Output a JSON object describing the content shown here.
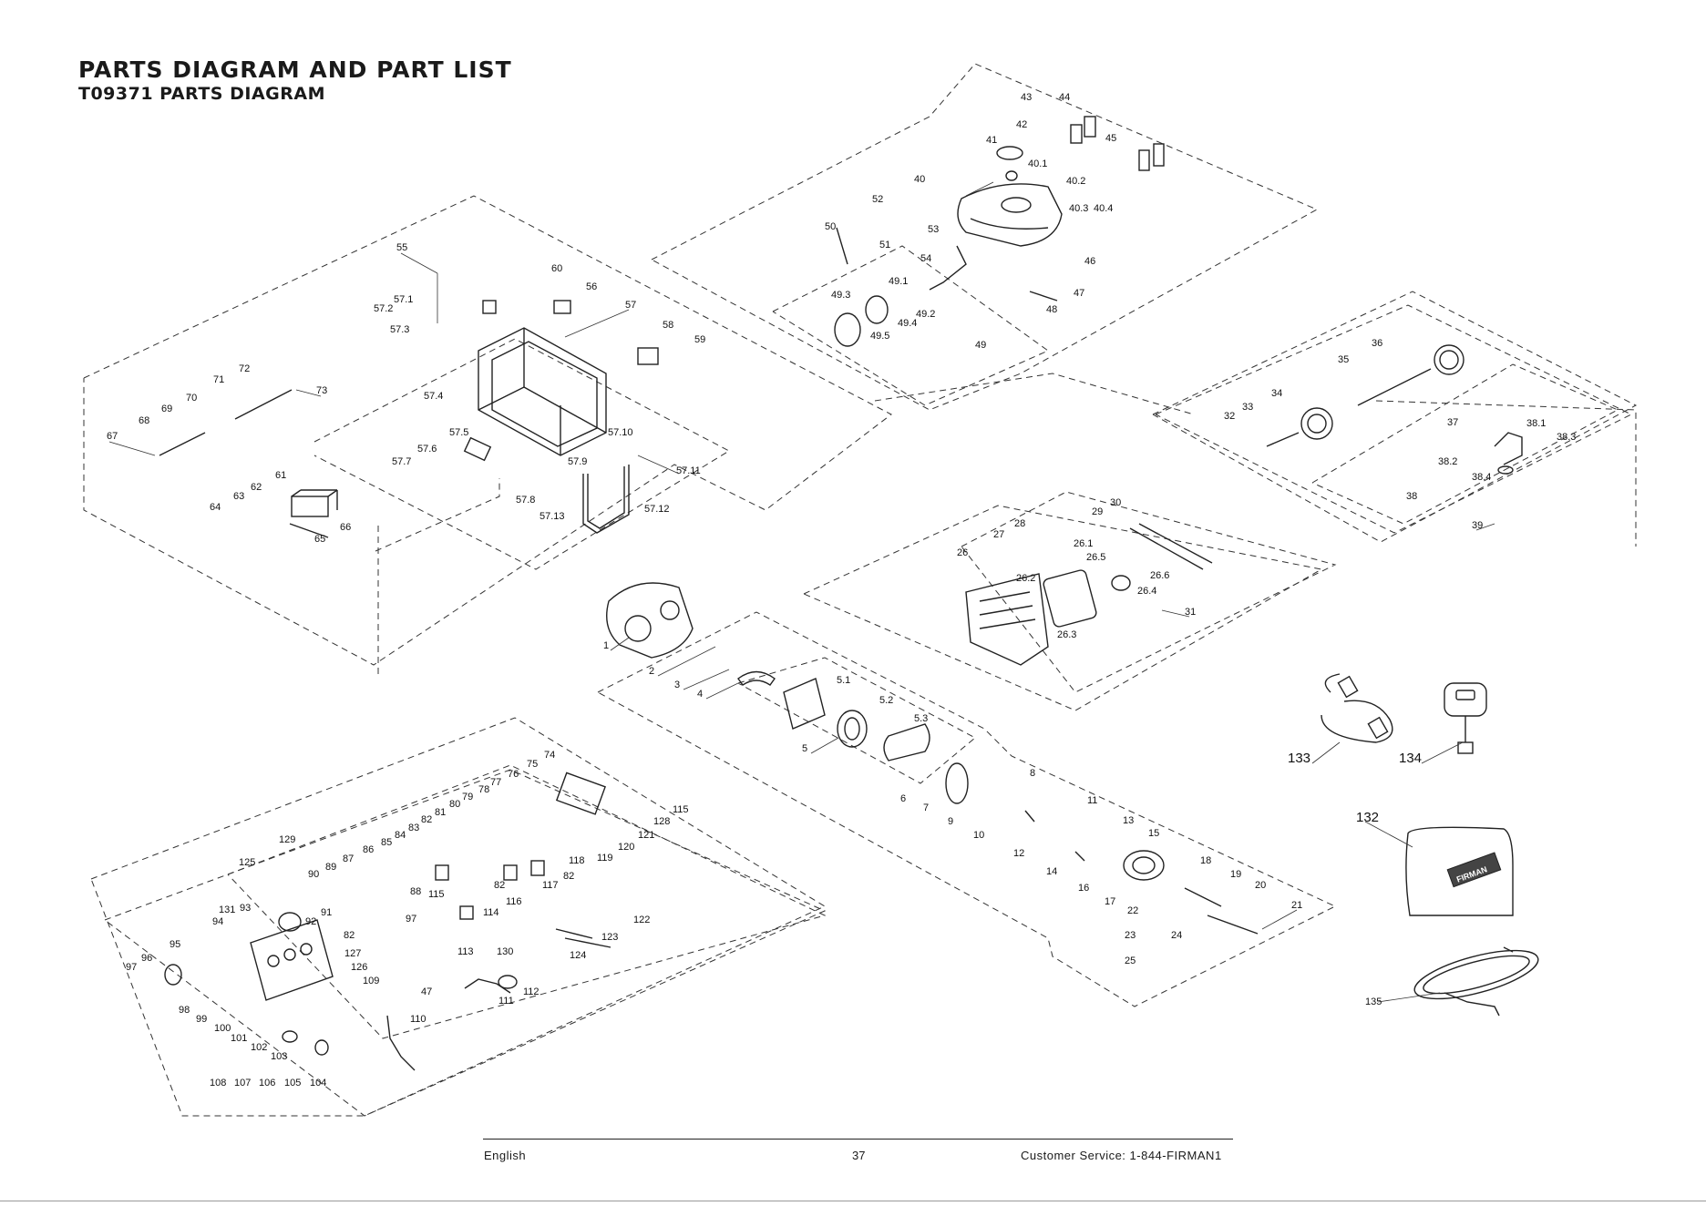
{
  "header": {
    "title": "PARTS DIAGRAM AND PART LIST",
    "subtitle": "T09371 PARTS DIAGRAM"
  },
  "footer": {
    "language": "English",
    "page": "37",
    "service": "Customer Service: 1-844-FIRMAN1"
  },
  "callouts": {
    "p1": "1",
    "p2": "2",
    "p3": "3",
    "p4": "4",
    "p5": "5",
    "p5_1": "5.1",
    "p5_2": "5.2",
    "p5_3": "5.3",
    "p6": "6",
    "p7": "7",
    "p8": "8",
    "p9": "9",
    "p10": "10",
    "p11": "11",
    "p12": "12",
    "p13": "13",
    "p14": "14",
    "p15": "15",
    "p16": "16",
    "p17": "17",
    "p18": "18",
    "p19": "19",
    "p20": "20",
    "p21": "21",
    "p22": "22",
    "p23": "23",
    "p24": "24",
    "p25": "25",
    "p26": "26",
    "p26_1": "26.1",
    "p26_2": "26.2",
    "p26_3": "26.3",
    "p26_4": "26.4",
    "p26_5": "26.5",
    "p26_6": "26.6",
    "p27": "27",
    "p28": "28",
    "p29": "29",
    "p30": "30",
    "p31": "31",
    "p32": "32",
    "p33": "33",
    "p34": "34",
    "p35": "35",
    "p36": "36",
    "p37": "37",
    "p38": "38",
    "p38_1": "38.1",
    "p38_2": "38.2",
    "p38_3": "38.3",
    "p38_4": "38.4",
    "p39": "39",
    "p40": "40",
    "p40_1": "40.1",
    "p40_2": "40.2",
    "p40_3": "40.3",
    "p40_4": "40.4",
    "p41": "41",
    "p42": "42",
    "p43": "43",
    "p44": "44",
    "p45": "45",
    "p46": "46",
    "p47": "47",
    "p47b": "47",
    "p48": "48",
    "p49": "49",
    "p49_1": "49.1",
    "p49_2": "49.2",
    "p49_3": "49.3",
    "p49_4": "49.4",
    "p49_5": "49.5",
    "p50": "50",
    "p51": "51",
    "p52": "52",
    "p53": "53",
    "p54": "54",
    "p55": "55",
    "p56": "56",
    "p57": "57",
    "p57_1": "57.1",
    "p57_2": "57.2",
    "p57_3": "57.3",
    "p57_4": "57.4",
    "p57_5": "57.5",
    "p57_6": "57.6",
    "p57_7": "57.7",
    "p57_8": "57.8",
    "p57_9": "57.9",
    "p57_10": "57.10",
    "p57_11": "57.11",
    "p57_12": "57.12",
    "p57_13": "57.13",
    "p58": "58",
    "p59": "59",
    "p60": "60",
    "p61": "61",
    "p62": "62",
    "p63": "63",
    "p64": "64",
    "p65": "65",
    "p66": "66",
    "p67": "67",
    "p68": "68",
    "p69": "69",
    "p70": "70",
    "p71": "71",
    "p72": "72",
    "p73": "73",
    "p74": "74",
    "p75": "75",
    "p76": "76",
    "p77": "77",
    "p78": "78",
    "p79": "79",
    "p80": "80",
    "p81": "81",
    "p82": "82",
    "p82b": "82",
    "p82c": "82",
    "p82d": "82",
    "p83": "83",
    "p84": "84",
    "p85": "85",
    "p86": "86",
    "p87": "87",
    "p88": "88",
    "p89": "89",
    "p90": "90",
    "p91": "91",
    "p92": "92",
    "p93": "93",
    "p94": "94",
    "p95": "95",
    "p96": "96",
    "p97": "97",
    "p97b": "97",
    "p98": "98",
    "p99": "99",
    "p100": "100",
    "p101": "101",
    "p102": "102",
    "p103": "103",
    "p104": "104",
    "p105": "105",
    "p106": "106",
    "p107": "107",
    "p108": "108",
    "p109": "109",
    "p110": "110",
    "p111": "111",
    "p112": "112",
    "p113": "113",
    "p114": "114",
    "p115": "115",
    "p116": "116",
    "p117": "117",
    "p118": "118",
    "p119": "119",
    "p120": "120",
    "p121": "121",
    "p122": "122",
    "p123": "123",
    "p124": "124",
    "p125": "125",
    "p126": "126",
    "p127": "127",
    "p128": "128",
    "p129": "129",
    "p130": "130",
    "p131": "131",
    "p132": "132",
    "p133": "133",
    "p134": "134",
    "p135": "135",
    "p115b": "115"
  },
  "cover_logo": "FIRMAN"
}
